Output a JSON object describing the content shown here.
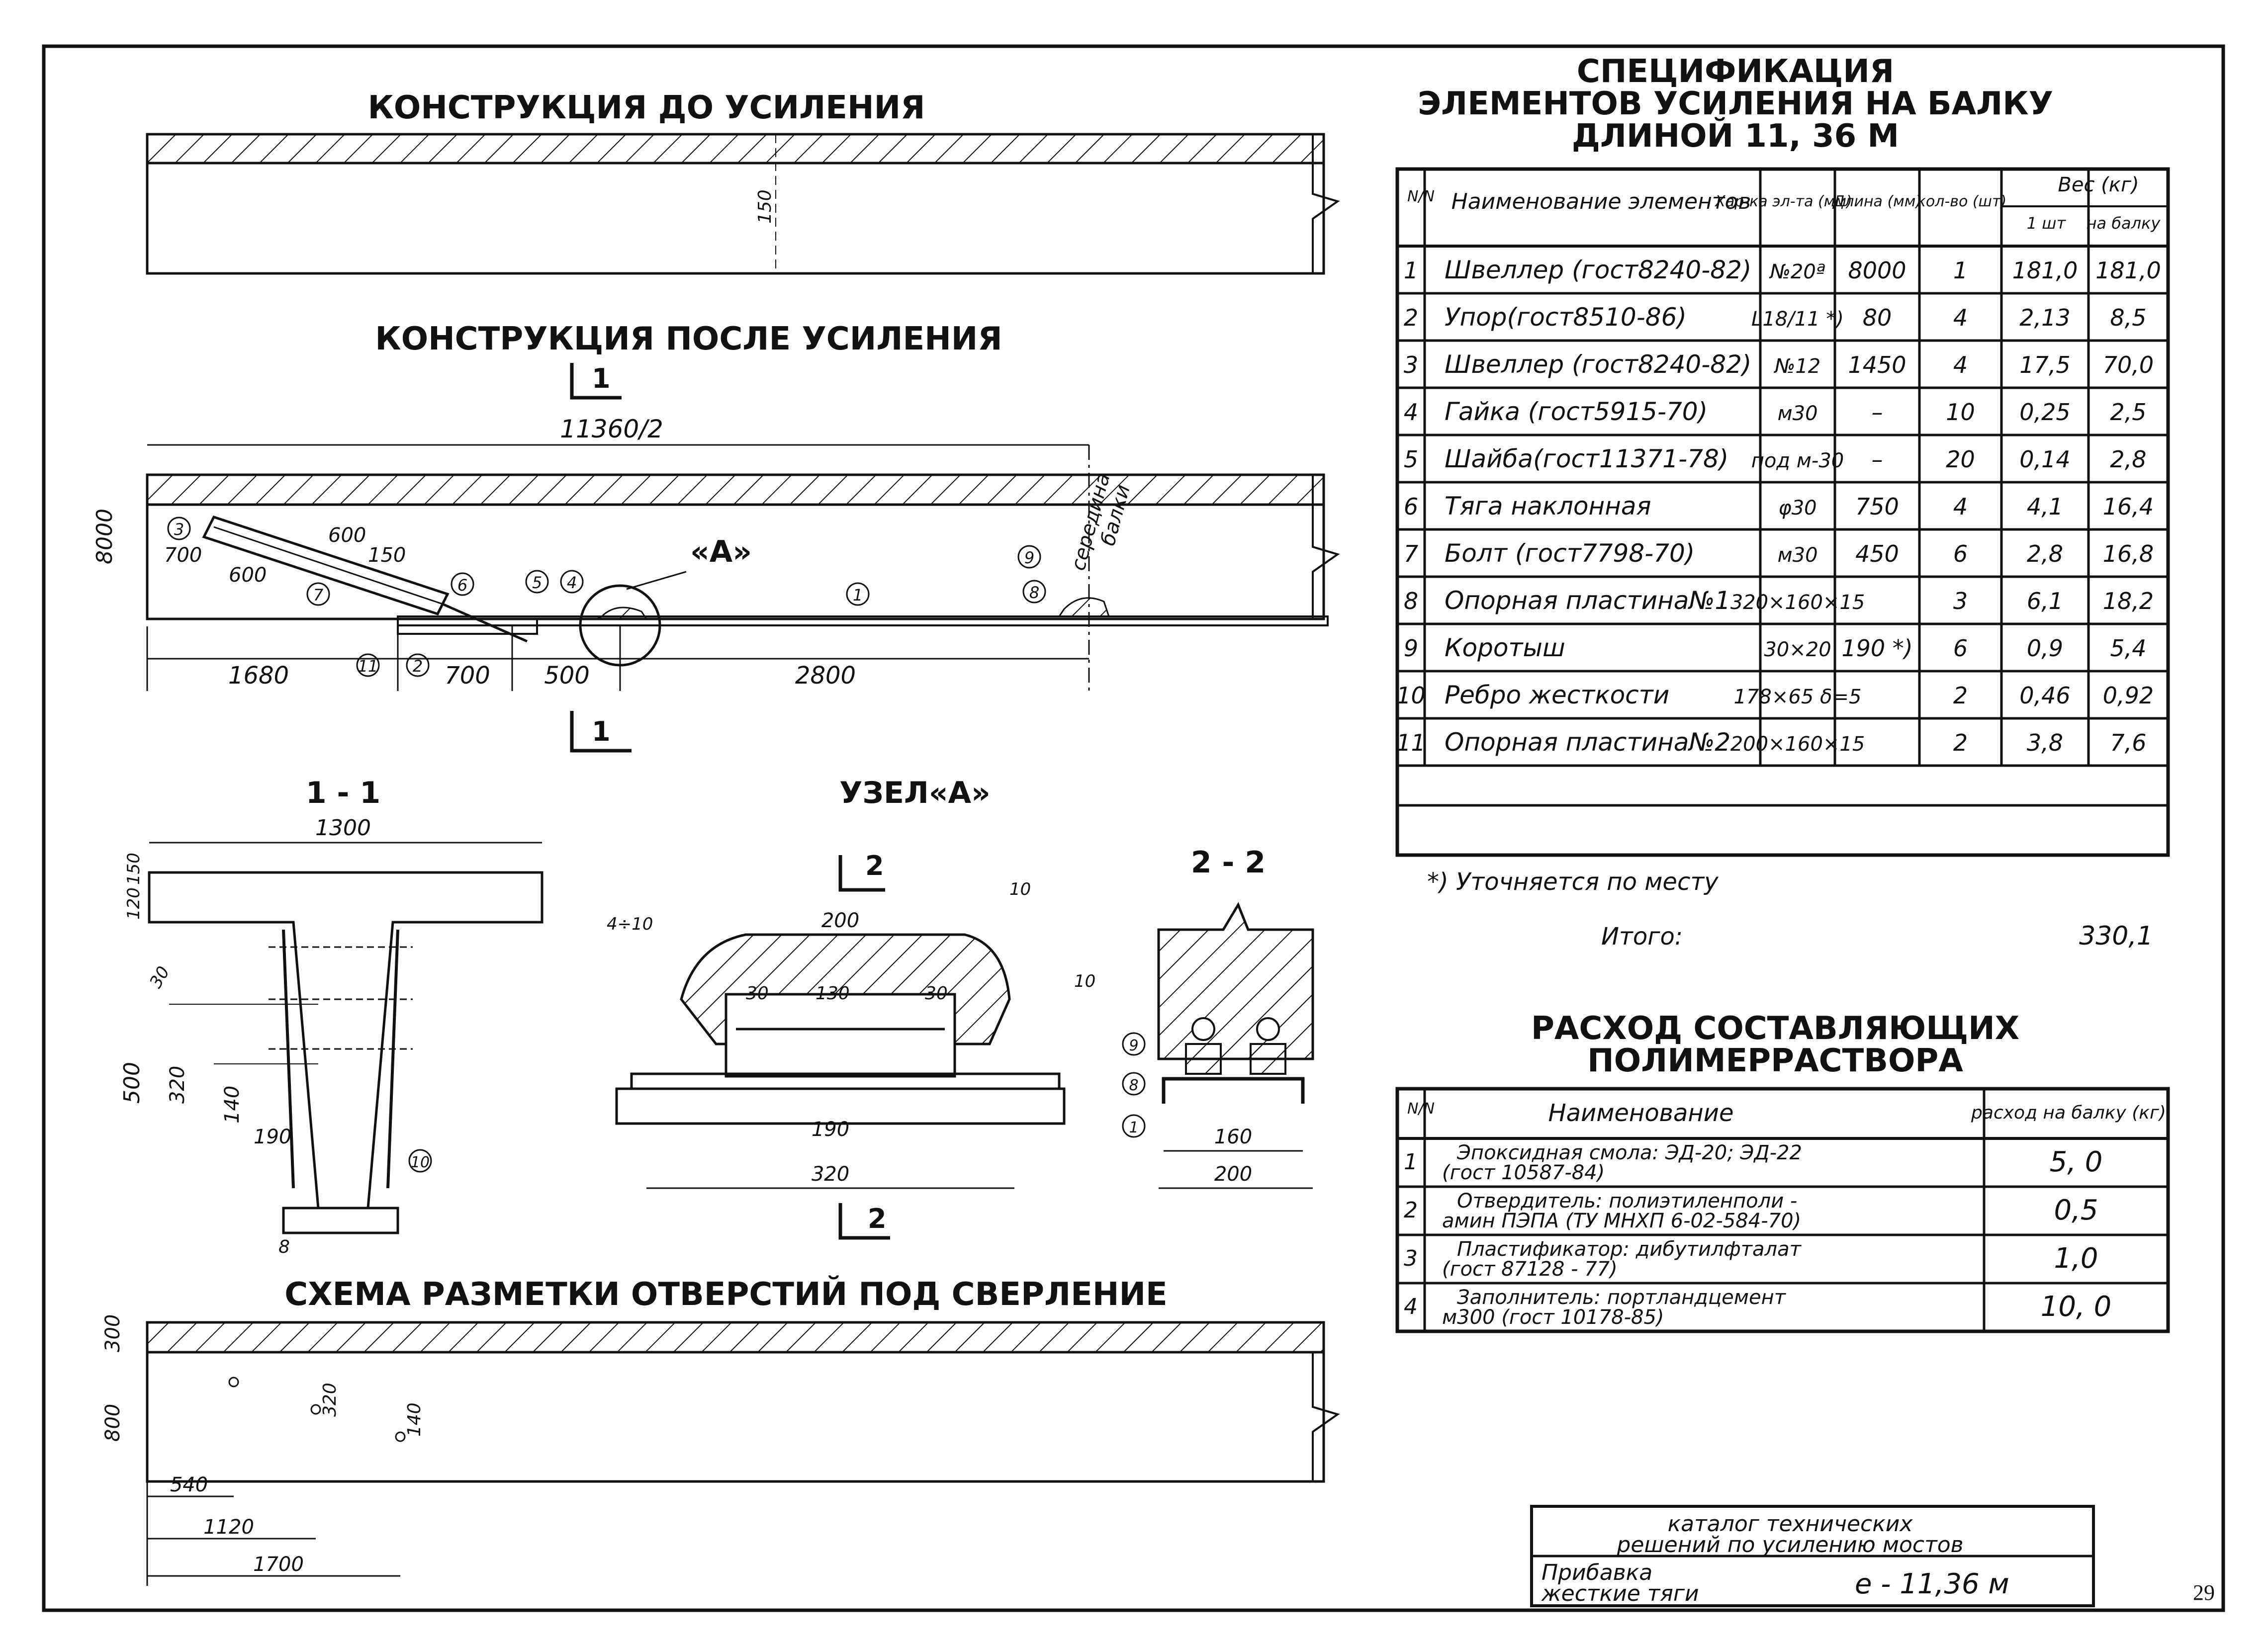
{
  "sheet": {
    "page_number": "29",
    "title_block": {
      "line1": "каталог технических",
      "line2": "решений по усилению мостов",
      "line3": "Прибавка",
      "line4": "жесткие тяги",
      "code": "e - 11,36 м"
    }
  },
  "headings": {
    "before": "КОНСТРУКЦИЯ ДО УСИЛЕНИЯ",
    "after": "КОНСТРУКЦИЯ ПОСЛЕ УСИЛЕНИЯ",
    "section_1_1": "1 - 1",
    "node_a": "УЗЕЛ«А»",
    "section_2_2": "2 - 2",
    "drilling": "СХЕМА РАЗМЕТКИ ОТВЕРСТИЙ ПОД СВЕРЛЕНИЕ"
  },
  "before_view": {
    "dim_150": "150"
  },
  "after_view": {
    "cut_mark": "1",
    "total_dim": "11360/2",
    "height_dim": "8000",
    "mid_label_1": "середина",
    "mid_label_2": "балки",
    "node_label": "«А»",
    "dims": [
      "600",
      "150",
      "700",
      "600",
      "1680",
      "700",
      "500",
      "2800"
    ],
    "callouts": [
      "3",
      "7",
      "6",
      "5",
      "4",
      "1",
      "9",
      "8",
      "11",
      "2"
    ]
  },
  "section_1_1": {
    "dims": [
      "1300",
      "120",
      "150",
      "30",
      "500",
      "320",
      "140",
      "190",
      "8"
    ],
    "callouts": [
      "10"
    ]
  },
  "node_a": {
    "cut_mark": "2",
    "weld_labels": [
      "4÷10",
      "10",
      "10"
    ],
    "dims": [
      "200",
      "30",
      "130",
      "30",
      "190",
      "320"
    ]
  },
  "section_2_2": {
    "callouts": [
      "9",
      "8",
      "1"
    ],
    "dims": [
      "160",
      "200"
    ]
  },
  "drilling": {
    "dims_v": [
      "300",
      "800",
      "320",
      "140"
    ],
    "dims_h": [
      "540",
      "1120",
      "1700"
    ]
  },
  "spec_table": {
    "title_line1": "СПЕЦИФИКАЦИЯ",
    "title_line2": "ЭЛЕМЕНТОВ УСИЛЕНИЯ НА БАЛКУ",
    "title_line3": "ДЛИНОЙ 11, 36 М",
    "headers": {
      "num": "N/N",
      "name": "Наименование элементов",
      "char": "Хар-ка эл-та (мм)",
      "length": "Длина (мм)",
      "qty": "кол-во (шт)",
      "weight": "Вес (кг)",
      "weight_unit": "1 шт",
      "weight_total": "на балку"
    },
    "rows": [
      {
        "n": "1",
        "name": "Швеллер (гост8240-82)",
        "char": "№20ª",
        "len": "8000",
        "qty": "1",
        "w1": "181,0",
        "wt": "181,0"
      },
      {
        "n": "2",
        "name": "Упор(гост8510-86)",
        "char": "L18/11 *)",
        "len": "80",
        "qty": "4",
        "w1": "2,13",
        "wt": "8,5"
      },
      {
        "n": "3",
        "name": "Швеллер (гост8240-82)",
        "char": "№12",
        "len": "1450",
        "qty": "4",
        "w1": "17,5",
        "wt": "70,0"
      },
      {
        "n": "4",
        "name": "Гайка (гост5915-70)",
        "char": "м30",
        "len": "–",
        "qty": "10",
        "w1": "0,25",
        "wt": "2,5"
      },
      {
        "n": "5",
        "name": "Шайба(гост11371-78)",
        "char": "под м-30",
        "len": "–",
        "qty": "20",
        "w1": "0,14",
        "wt": "2,8"
      },
      {
        "n": "6",
        "name": "Тяга наклонная",
        "char": "φ30",
        "len": "750",
        "qty": "4",
        "w1": "4,1",
        "wt": "16,4"
      },
      {
        "n": "7",
        "name": "Болт (гост7798-70)",
        "char": "м30",
        "len": "450",
        "qty": "6",
        "w1": "2,8",
        "wt": "16,8"
      },
      {
        "n": "8",
        "name": "Опорная пластина№1",
        "char": "320×160×15",
        "len": "",
        "qty": "3",
        "w1": "6,1",
        "wt": "18,2"
      },
      {
        "n": "9",
        "name": "Коротыш",
        "char": "30×20",
        "len": "190 *)",
        "qty": "6",
        "w1": "0,9",
        "wt": "5,4"
      },
      {
        "n": "10",
        "name": "Ребро жесткости",
        "char": "178×65 δ=5",
        "len": "",
        "qty": "2",
        "w1": "0,46",
        "wt": "0,92"
      },
      {
        "n": "11",
        "name": "Опорная пластина№2",
        "char": "200×160×15",
        "len": "",
        "qty": "2",
        "w1": "3,8",
        "wt": "7,6"
      }
    ],
    "note": "*) Уточняется по месту",
    "total_label": "Итого:",
    "total_value": "330,1"
  },
  "polymer_table": {
    "title_line1": "РАСХОД СОСТАВЛЯЮЩИХ",
    "title_line2": "ПОЛИМЕРРАСТВОРА",
    "headers": {
      "num": "N/N",
      "name": "Наименование",
      "consumption": "расход на балку (кг)"
    },
    "rows": [
      {
        "n": "1",
        "name1": "Эпоксидная смола: ЭД-20; ЭД-22",
        "name2": "(гост 10587-84)",
        "val": "5, 0"
      },
      {
        "n": "2",
        "name1": "Отвердитель: полиэтиленполи -",
        "name2": "амин ПЭПА (ТУ МНХП 6-02-584-70)",
        "val": "0,5"
      },
      {
        "n": "3",
        "name1": "Пластификатор: дибутилфталат",
        "name2": "(гост 87128 - 77)",
        "val": "1,0"
      },
      {
        "n": "4",
        "name1": "Заполнитель: портландцемент",
        "name2": "м300  (гост 10178-85)",
        "val": "10, 0"
      }
    ]
  }
}
